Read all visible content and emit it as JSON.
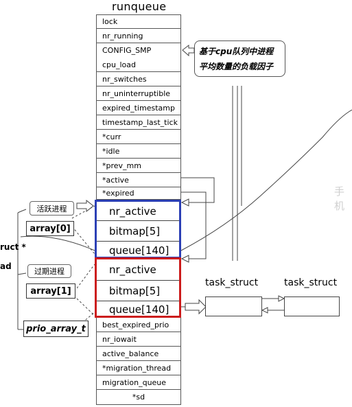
{
  "title": "runqueue",
  "fields": [
    "lock",
    "nr_running",
    "CONFIG_SMP",
    "cpu_load",
    "nr_switches",
    "nr_uninterruptible",
    "expired_timestamp",
    "timestamp_last_tick",
    "*curr",
    "*idle",
    "*prev_mm",
    "*active",
    "*expired"
  ],
  "active_array": {
    "fields": [
      "nr_active",
      "bitmap[5]",
      "queue[140]"
    ],
    "color": "#2b3fb5"
  },
  "expired_array": {
    "fields": [
      "nr_active",
      "bitmap[5]",
      "queue[140]"
    ],
    "color": "#cc1b1b"
  },
  "fields_tail": [
    "best_expired_prio",
    "nr_iowait",
    "active_balance",
    "*migration_thread",
    "migration_queue",
    "*sd"
  ],
  "note": {
    "line1": "基于cpu队列中进程",
    "line2": "平均数量的负载因子"
  },
  "labels": {
    "active_process": "活跃进程",
    "expired_process": "过期进程",
    "array0": "array[0]",
    "array1": "array[1]",
    "prio_array_t": "prio_array_t",
    "ruct": "ruct *",
    "ad": "ad"
  },
  "task_structs": [
    "task_struct",
    "task_struct"
  ],
  "watermark": "手机"
}
